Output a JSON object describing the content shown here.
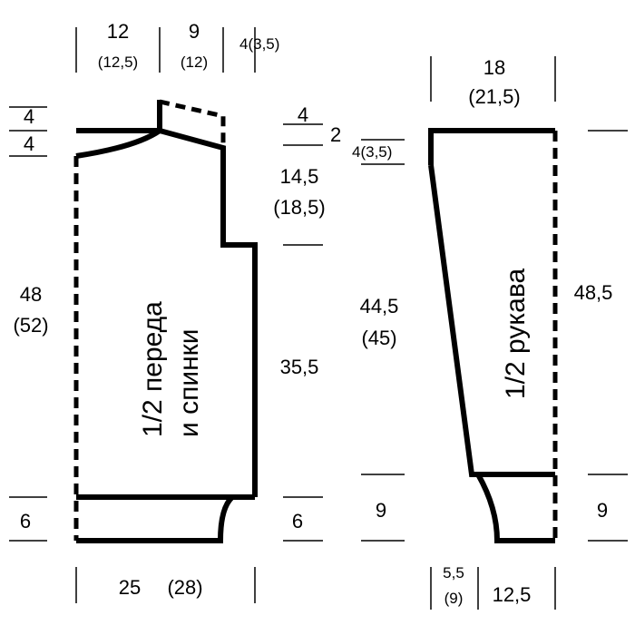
{
  "front_back": {
    "piece_label_1": "1/2 переда",
    "piece_label_2": "и спинки",
    "top_width_a": "12",
    "top_width_a_alt": "(12,5)",
    "top_width_b": "9",
    "top_width_b_alt": "(12)",
    "top_width_c": "4(3,5)",
    "left_top_1": "4",
    "left_top_2": "4",
    "right_top_1": "4",
    "right_top_2": "2",
    "armhole_height": "14,5",
    "armhole_height_alt": "(18,5)",
    "total_height": "48",
    "total_height_alt": "(52)",
    "side_height": "35,5",
    "rib_left": "6",
    "rib_right": "6",
    "bottom_width": "25",
    "bottom_width_alt": "(28)"
  },
  "sleeve": {
    "piece_label": "1/2 рукава",
    "top_width": "18",
    "top_width_alt": "(21,5)",
    "cap_left": "4(3,5)",
    "inner_height": "44,5",
    "inner_height_alt": "(45)",
    "outer_height": "48,5",
    "cuff_left": "9",
    "cuff_right": "9",
    "bottom_narrow": "5,5",
    "bottom_narrow_alt": "(9)",
    "bottom_width": "12,5"
  }
}
